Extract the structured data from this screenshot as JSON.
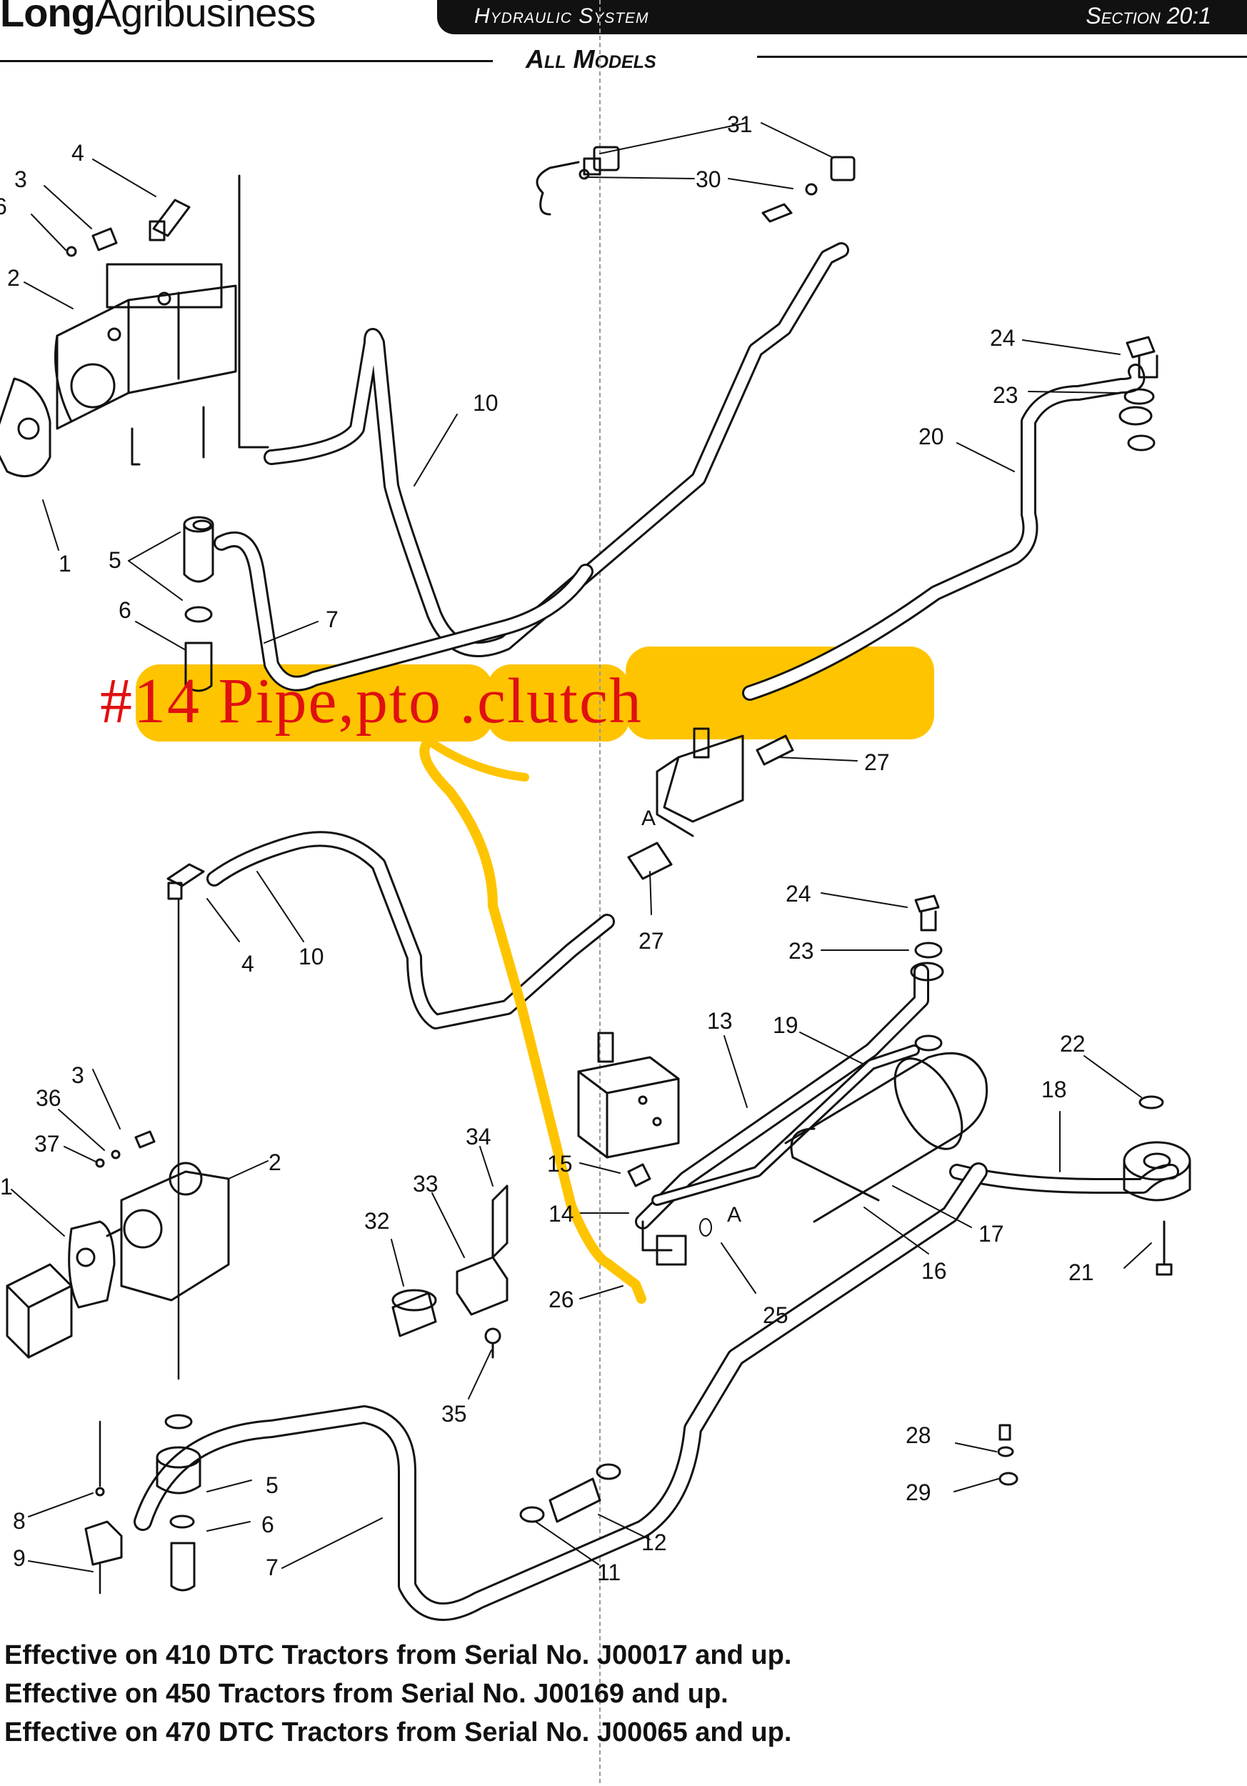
{
  "header": {
    "logo_bold": "Long",
    "logo_light": "Agribusiness",
    "title": "Hydraulic System",
    "section": "Section 20:1",
    "subtitle": "All Models"
  },
  "callouts": {
    "c31": "31",
    "c30": "30",
    "c4_top": "4",
    "c3_top": "3",
    "c36_top": "6",
    "c2_top": "2",
    "c10_top": "10",
    "c24_top": "24",
    "c23_top": "23",
    "c20": "20",
    "c1_top": "1",
    "c5_top": "5",
    "c6_top": "6",
    "c7_top": "7",
    "c27_a": "27",
    "c27_b": "27",
    "c24_mid": "24",
    "c23_mid": "23",
    "c4_mid": "4",
    "c10_mid": "10",
    "c13": "13",
    "c19": "19",
    "c22": "22",
    "c18": "18",
    "c3_bot": "3",
    "c36_bot": "36",
    "c37": "37",
    "c1_bot": "1",
    "c2_bot": "2",
    "c34": "34",
    "c33": "33",
    "c32": "32",
    "c15": "15",
    "c14": "14",
    "c17": "17",
    "c16": "16",
    "c21": "21",
    "c26": "26",
    "c25": "25",
    "c35": "35",
    "c28": "28",
    "c29": "29",
    "c8": "8",
    "c5_bot": "5",
    "c6_bot": "6",
    "c9": "9",
    "c7_bot": "7",
    "c12": "12",
    "c11": "11",
    "a_top": "A",
    "a_bot": "A"
  },
  "annotation": {
    "label": "#14 Pipe,pto .clutch",
    "highlight_color": "#ffc400",
    "text_color": "#e01010"
  },
  "notes": [
    "Effective on 410 DTC Tractors from Serial No. J00017 and up.",
    "Effective on 450 Tractors from Serial No. J00169 and up.",
    "Effective on 470 DTC Tractors from Serial No. J00065 and up."
  ]
}
